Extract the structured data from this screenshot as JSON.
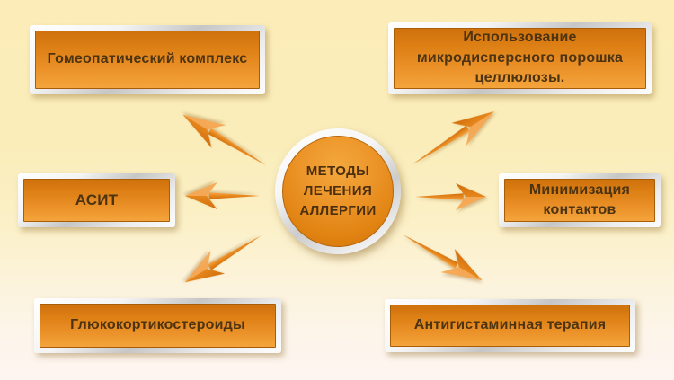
{
  "diagram": {
    "center": {
      "lines": [
        "МЕТОДЫ",
        "ЛЕЧЕНИЯ",
        "АЛЛЕРГИИ"
      ]
    },
    "nodes": [
      {
        "id": "homeopathic-complex",
        "label": "Гомеопатический комплекс"
      },
      {
        "id": "cellulose-powder",
        "label": "Использование микродисперсного порошка целлюлозы."
      },
      {
        "id": "asit",
        "label": "АСИТ"
      },
      {
        "id": "contact-minimization",
        "label": "Минимизация контактов"
      },
      {
        "id": "glucocorticosteroids",
        "label": "Глюкокортикостероиды"
      },
      {
        "id": "antihistamine-therapy",
        "label": "Антигистаминная терапия"
      }
    ],
    "colors": {
      "background_top": "#fcedb8",
      "background_bottom": "#fdf5f0",
      "node_fill_top": "#cf710d",
      "node_fill_bottom": "#f4a43c",
      "frame_silver": "#e8e8e8",
      "text": "#4c3312",
      "arrow": "#e8891e"
    }
  }
}
